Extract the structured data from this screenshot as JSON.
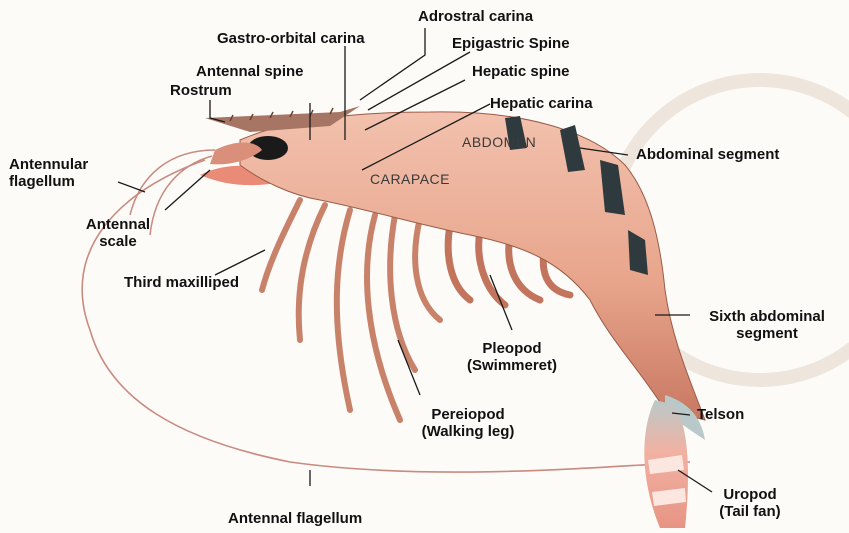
{
  "labels": {
    "adrostral_carina": "Adrostral carina",
    "gastro_orbital_carina": "Gastro-orbital carina",
    "epigastric_spine": "Epigastric Spine",
    "antennal_spine": "Antennal spine",
    "hepatic_spine": "Hepatic spine",
    "rostrum": "Rostrum",
    "hepatic_carina": "Hepatic carina",
    "abdomen": "ABDOMEN",
    "carapace": "CARAPACE",
    "antennular_flagellum": [
      "Antennular",
      "flagellum"
    ],
    "abdominal_segment": "Abdominal segment",
    "antennal_scale": [
      "Antennal",
      "scale"
    ],
    "third_maxilliped": "Third maxilliped",
    "sixth_abdominal_segment": [
      "Sixth abdominal",
      "segment"
    ],
    "pleopod": [
      "Pleopod",
      "(Swimmeret)"
    ],
    "pereiopod": [
      "Pereiopod",
      "(Walking leg)"
    ],
    "telson": "Telson",
    "uropod": [
      "Uropod",
      "(Tail fan)"
    ],
    "antennal_flagellum": "Antennal flagellum"
  },
  "colors": {
    "body": "#e8a58c",
    "body_dark": "#c97862",
    "band": "#2f3a3e",
    "legs": "#c9826a",
    "leader": "#1a1a1a",
    "tail": "#f1b2a3"
  }
}
